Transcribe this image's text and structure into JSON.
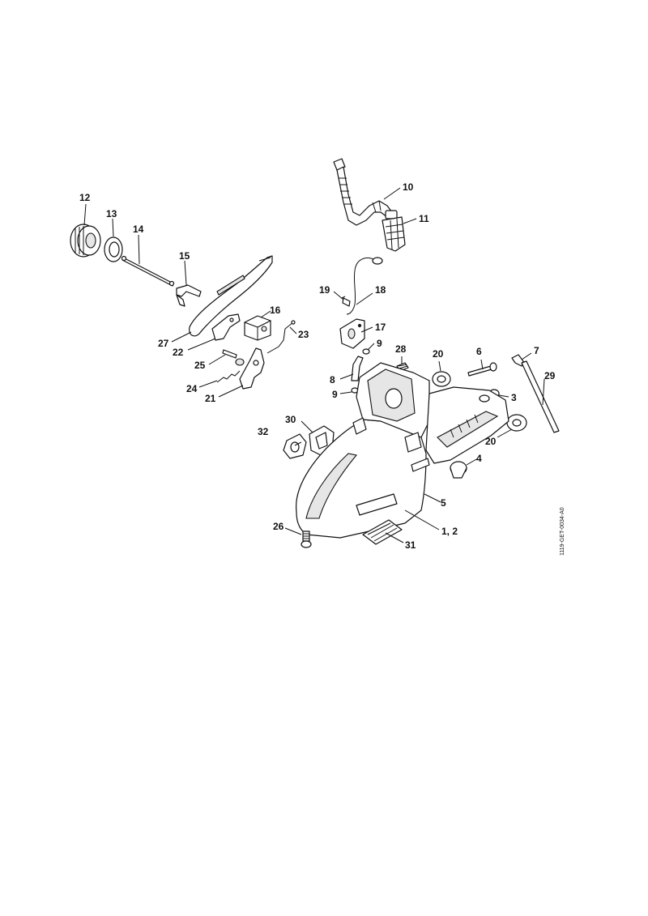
{
  "document_code": "1119-GET-0034-A0",
  "callouts": {
    "c12": "12",
    "c13": "13",
    "c14": "14",
    "c15": "15",
    "c27": "27",
    "c22": "22",
    "c16": "16",
    "c23": "23",
    "c25": "25",
    "c24": "24",
    "c21": "21",
    "c10": "10",
    "c11": "11",
    "c19": "19",
    "c18": "18",
    "c17": "17",
    "c9a": "9",
    "c8": "8",
    "c9b": "9",
    "c28": "28",
    "c20a": "20",
    "c6": "6",
    "c7": "7",
    "c29": "29",
    "c3": "3",
    "c20b": "20",
    "c4": "4",
    "c32": "32",
    "c30": "30",
    "c5": "5",
    "c1_2": "1, 2",
    "c26": "26",
    "c31": "31"
  }
}
